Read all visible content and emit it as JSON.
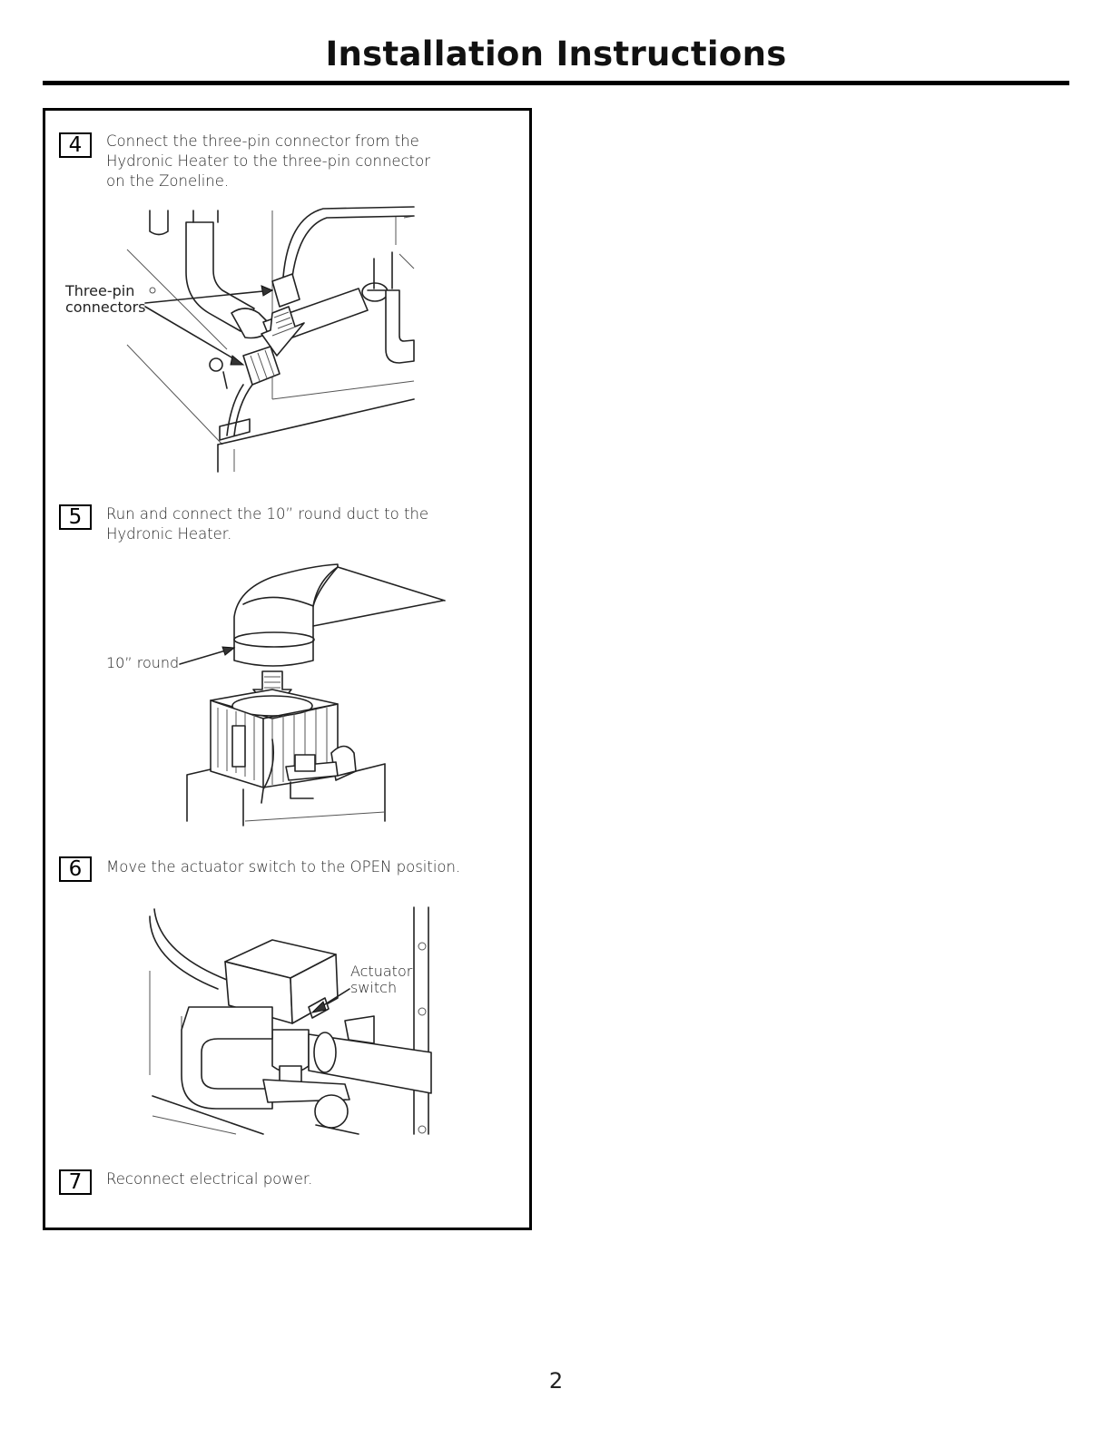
{
  "header": {
    "title": "Installation Instructions"
  },
  "steps": [
    {
      "number": "4",
      "text_lines": [
        "Connect the three-pin connector from the",
        "Hydronic Heater to the three-pin connector",
        "on the Zoneline."
      ],
      "callouts": [
        "Three-pin",
        "connectors"
      ]
    },
    {
      "number": "5",
      "text_lines": [
        "Run and connect the 10” round duct to the",
        "Hydronic Heater."
      ],
      "callouts": [
        "10” round"
      ]
    },
    {
      "number": "6",
      "text_lines": [
        "Move the actuator switch to the OPEN position."
      ],
      "callouts": [
        "Actuator",
        "switch"
      ]
    },
    {
      "number": "7",
      "text_lines": [
        "Reconnect electrical power."
      ],
      "callouts": []
    }
  ],
  "footer": {
    "page_number": "2"
  }
}
